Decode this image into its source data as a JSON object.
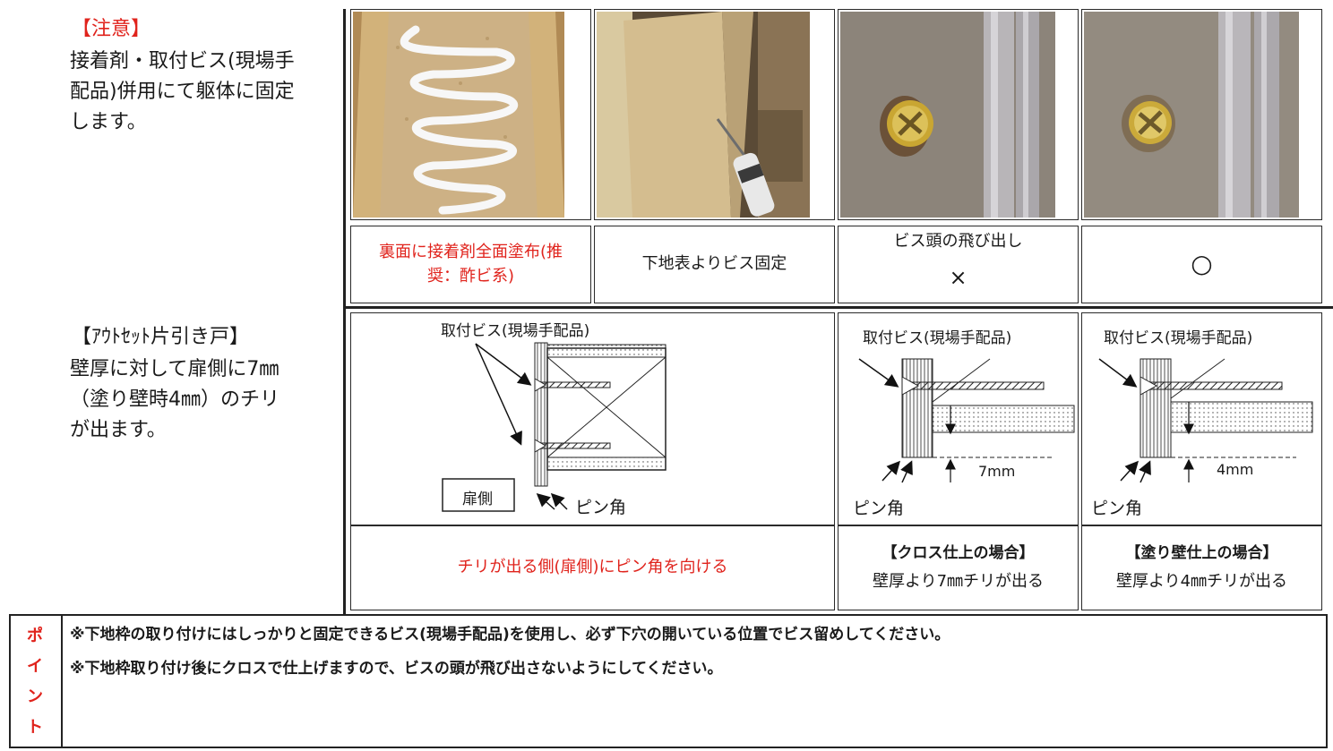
{
  "section1": {
    "heading": "【注意】",
    "lines": [
      "接着剤・取付ビス(現場手",
      "配品)併用にて躯体に固定",
      "します。"
    ]
  },
  "photos": {
    "captions": {
      "adhesive": [
        "裏面に接着剤全面塗布(推",
        "奨：酢ビ系)"
      ],
      "screw_fix": "下地表よりビス固定",
      "protrude_label": "ビス頭の飛び出し",
      "protrude_mark": "×",
      "ok_mark": "○"
    }
  },
  "section2": {
    "heading": "【ｱｳﾄｾｯﾄ片引き戸】",
    "lines": [
      "壁厚に対して扉側に7㎜",
      "（塗り壁時4㎜）のチリ",
      "が出ます。"
    ]
  },
  "diagrams": {
    "main": {
      "screw_label": "取付ビス(現場手配品)",
      "door_side": "扉側",
      "pin_corner": "ピン角",
      "caption": "チリが出る側(扉側)にピン角を向ける"
    },
    "cloth": {
      "screw_label": "取付ビス(現場手配品)",
      "dimension": "7mm",
      "pin_corner": "ピン角",
      "title": "【クロス仕上の場合】",
      "caption": "壁厚より7㎜チリが出る"
    },
    "plaster": {
      "screw_label": "取付ビス(現場手配品)",
      "dimension": "4mm",
      "pin_corner": "ピン角",
      "title": "【塗り壁仕上の場合】",
      "caption": "壁厚より4㎜チリが出る"
    }
  },
  "point": {
    "label": [
      "ポ",
      "イ",
      "ン",
      "ト"
    ],
    "notes": [
      "※下地枠の取り付けにはしっかりと固定できるビス(現場手配品)を使用し、必ず下穴の開いている位置でビス留めしてください。",
      "※下地枠取り付け後にクロスで仕上げますので、ビスの頭が飛び出さないようにしてください。"
    ]
  }
}
